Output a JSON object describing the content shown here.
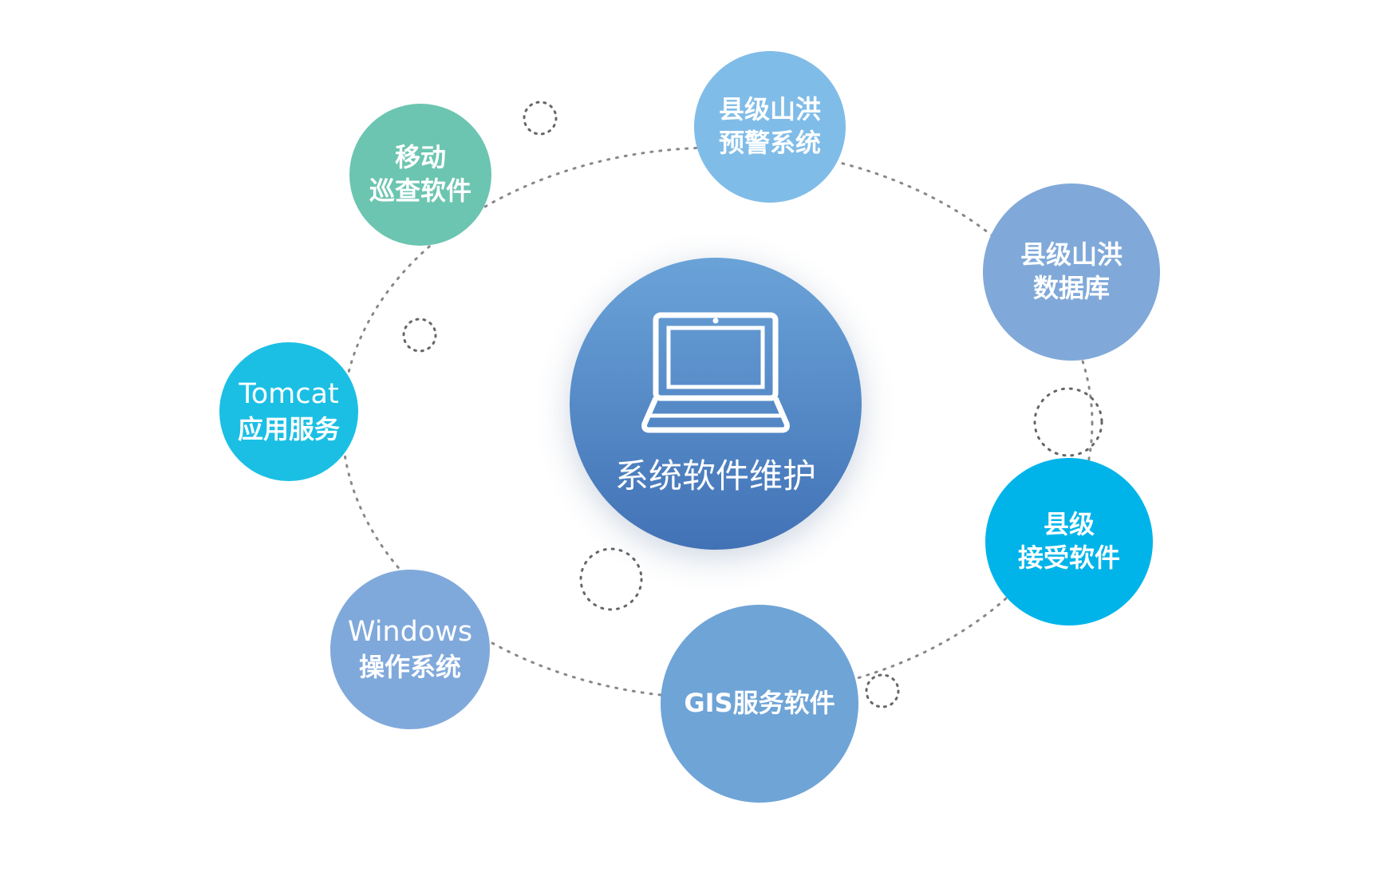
{
  "center": {
    "label": "系统软件维护",
    "icon": "laptop-icon",
    "color": "#4f84c4"
  },
  "nodes": [
    {
      "id": "mobile",
      "lines": [
        "移动",
        "巡查软件"
      ],
      "color": "#6cc5b0"
    },
    {
      "id": "warning",
      "lines": [
        "县级山洪",
        "预警系统"
      ],
      "color": "#80bce8"
    },
    {
      "id": "database",
      "lines": [
        "县级山洪",
        "数据库"
      ],
      "color": "#80a9d9"
    },
    {
      "id": "receive",
      "lines": [
        "县级",
        "接受软件"
      ],
      "color": "#00b4ea"
    },
    {
      "id": "gis",
      "lines": [
        "GIS服务软件"
      ],
      "color": "#6fa4d7"
    },
    {
      "id": "windows",
      "lines": [
        "Windows",
        "操作系统"
      ],
      "color": "#80a9db"
    },
    {
      "id": "tomcat",
      "lines": [
        "Tomcat",
        "应用服务"
      ],
      "color": "#1bbfe4"
    }
  ]
}
